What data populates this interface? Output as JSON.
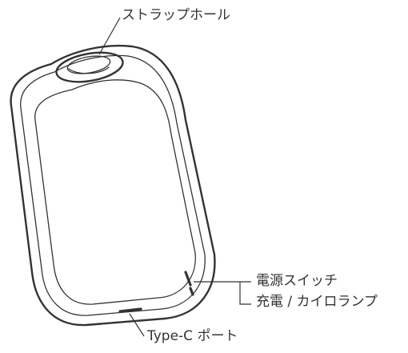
{
  "callouts": {
    "strap_hole": "ストラップホール",
    "power_switch": "電源スイッチ",
    "charge_lamp": "充電 / カイロランプ",
    "type_c_port": "Type-C ポート"
  },
  "colors": {
    "line": "#333333",
    "background": "#ffffff"
  }
}
